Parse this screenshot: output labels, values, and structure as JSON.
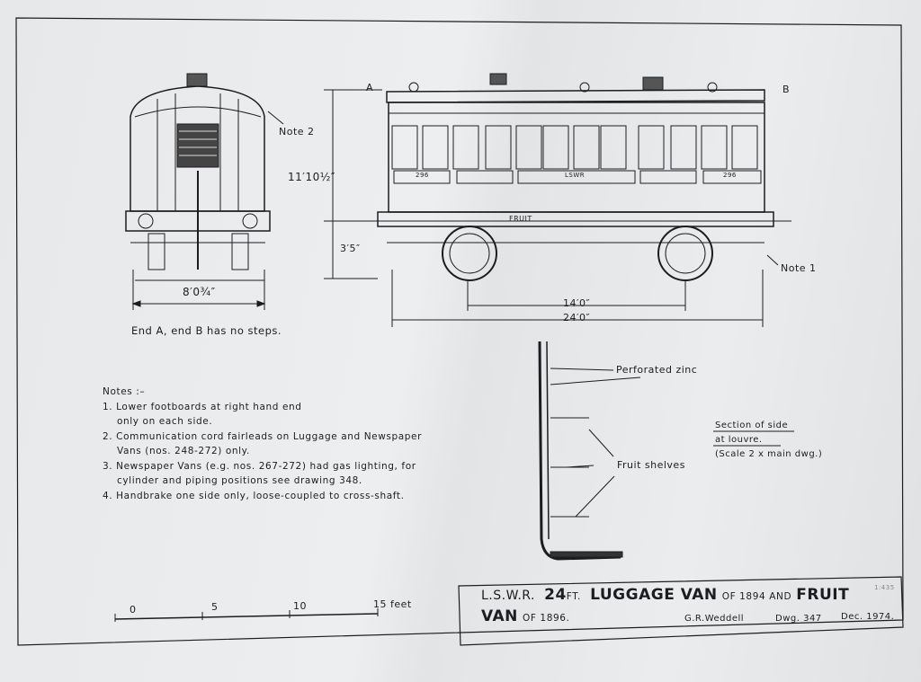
{
  "end_view": {
    "note_label": "Note 2",
    "width_dim": "8′0¾″",
    "caption": "End A, end B has no steps."
  },
  "side_view": {
    "end_a": "A",
    "end_b": "B",
    "height_dim": "11′10½″",
    "floor_dim": "3′5″",
    "wheelbase_dim": "14′0″",
    "length_dim": "24′0″",
    "number_left": "296",
    "number_right": "296",
    "company_lettering": "LSWR",
    "fruit_lettering": "FRUIT",
    "note_label": "Note 1"
  },
  "section": {
    "perforated_zinc": "Perforated zinc",
    "fruit_shelves": "Fruit shelves",
    "title": "Section of side",
    "title2": "at louvre.",
    "scale": "(Scale 2 x main dwg.)"
  },
  "notes": {
    "heading": "Notes :–",
    "items": [
      {
        "num": "1.",
        "line1": "Lower footboards at right hand end",
        "line2": "only on each side."
      },
      {
        "num": "2.",
        "line1": "Communication cord fairleads on Luggage and Newspaper",
        "line2": "Vans (nos. 248-272) only."
      },
      {
        "num": "3.",
        "line1": "Newspaper Vans (e.g. nos. 267-272) had gas lighting, for",
        "line2": "cylinder and piping positions see drawing 348."
      },
      {
        "num": "4.",
        "line1": "Handbrake one side only, loose-coupled to cross-shaft.",
        "line2": ""
      }
    ]
  },
  "scale_bar": {
    "ticks": [
      "0",
      "5",
      "10",
      "15 feet"
    ]
  },
  "title_block": {
    "company": "L.S.W.R.",
    "length": "24",
    "length_unit": "FT.",
    "name1": "LUGGAGE VAN",
    "of1": "OF 1894 AND",
    "name2": "FRUIT",
    "name3": "VAN",
    "of2": "OF 1896.",
    "author": "G.R.Weddell",
    "drawing_no": "Dwg. 347",
    "date": "Dec. 1974.",
    "pencil_mark": "1:435"
  }
}
